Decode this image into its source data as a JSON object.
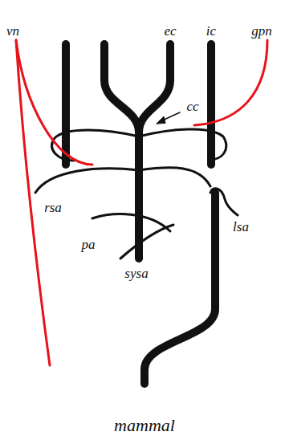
{
  "diagram": {
    "caption": "mammal",
    "labels": [
      "vn",
      "gpn",
      "ec",
      "ic",
      "cc",
      "rsa",
      "lsa",
      "pa",
      "sysa"
    ]
  }
}
